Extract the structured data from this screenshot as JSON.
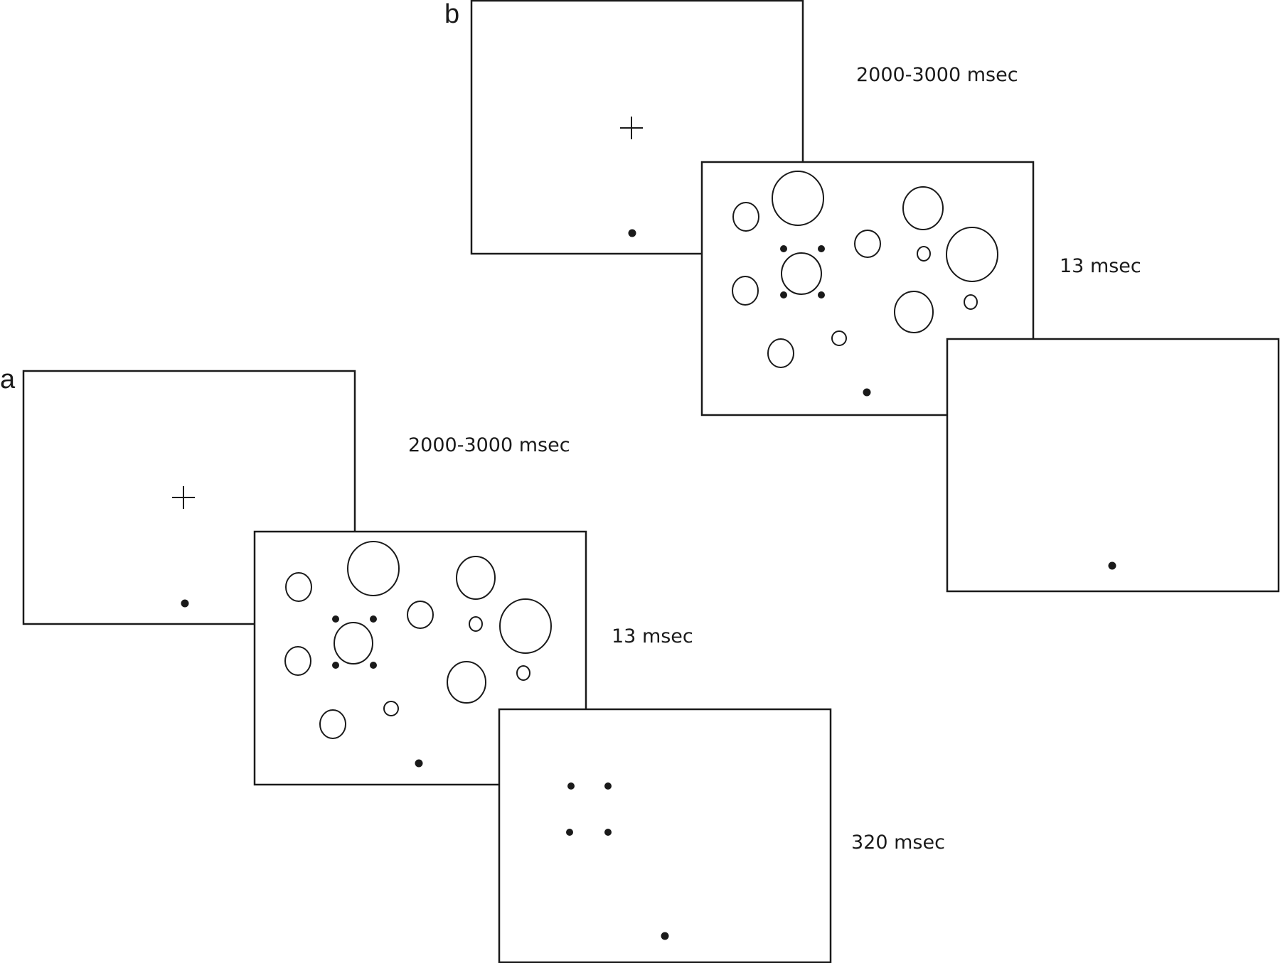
{
  "sequences": [
    {
      "label": "a",
      "screens": [
        {
          "kind": "fixation",
          "duration": "2000-3000 msec",
          "fixation_icon": "plus-icon"
        },
        {
          "kind": "circle-array",
          "duration": "13 msec"
        },
        {
          "kind": "four-dot-mask",
          "duration": "320 msec"
        }
      ]
    },
    {
      "label": "b",
      "screens": [
        {
          "kind": "fixation",
          "duration": "2000-3000 msec",
          "fixation_icon": "plus-icon"
        },
        {
          "kind": "circle-array",
          "duration": "13 msec"
        },
        {
          "kind": "blank"
        }
      ]
    }
  ],
  "colors": {
    "stroke": "#1a1a1a",
    "background": "#ffffff"
  }
}
